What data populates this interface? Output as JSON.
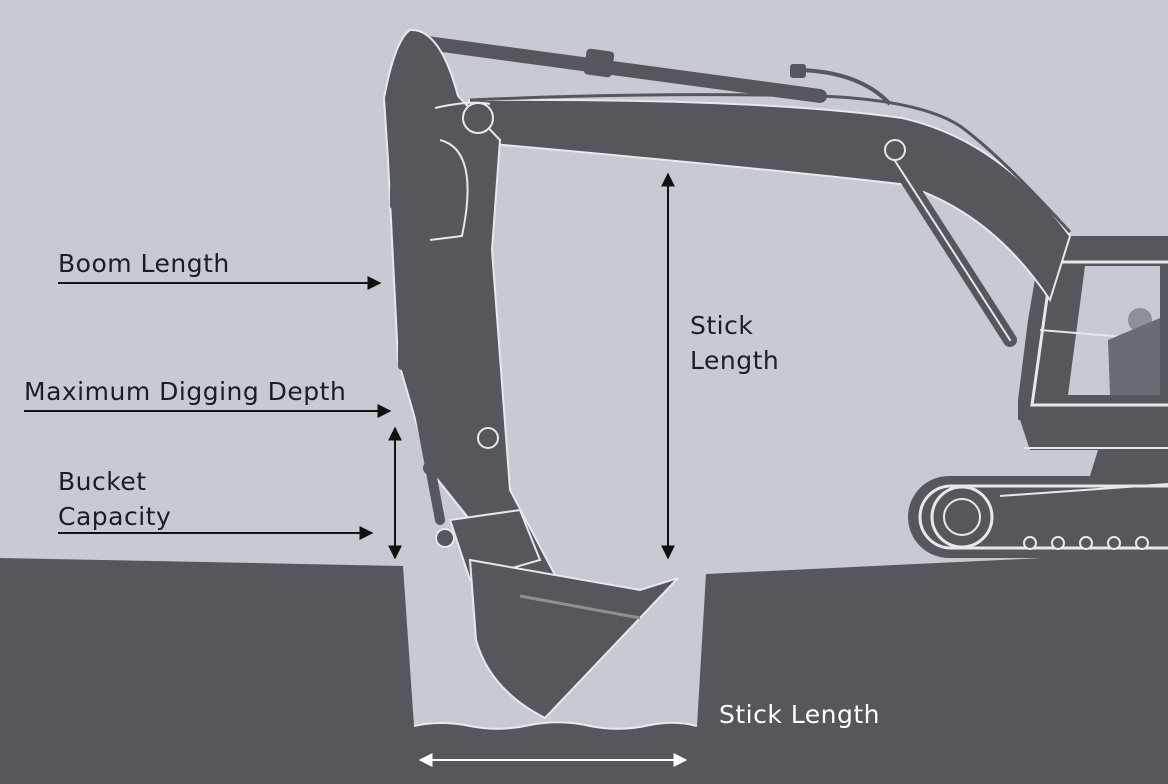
{
  "labels": {
    "boom_length": "Boom Length",
    "max_digging_depth": "Maximum Digging Depth",
    "bucket_capacity_line1": "Bucket",
    "bucket_capacity_line2": "Capacity",
    "stick_length_line1": "Stick",
    "stick_length_line2": "Length",
    "stick_length_bottom": "Stick Length"
  },
  "colors": {
    "sky": "#c7cad3",
    "ground": "#55575d",
    "machine": "#55575d",
    "outline": "#e6e8ec",
    "label_dark": "#1c1d21",
    "label_light": "#ffffff"
  },
  "icons": {
    "excavator": "excavator-silhouette",
    "arrow": "arrow-icon"
  }
}
